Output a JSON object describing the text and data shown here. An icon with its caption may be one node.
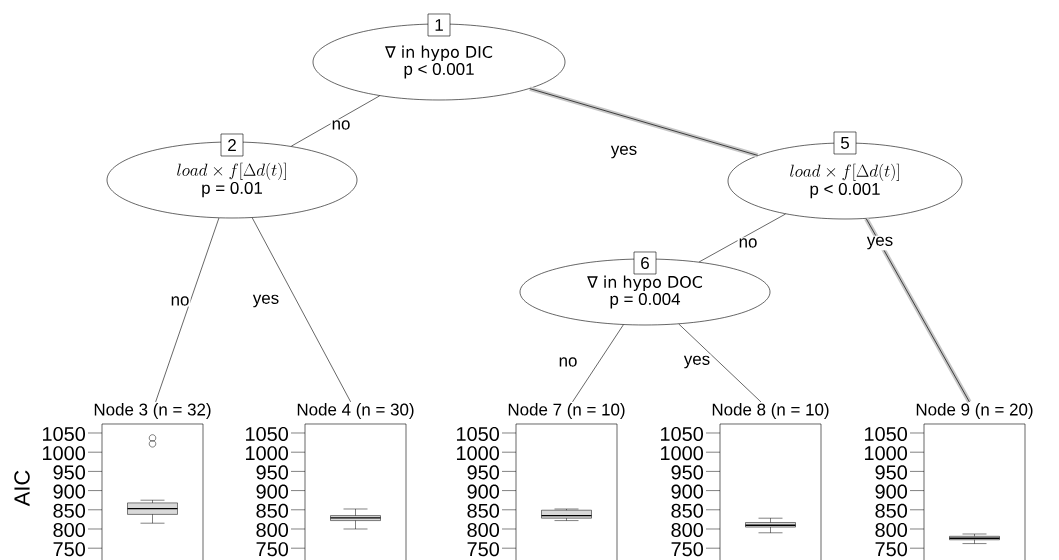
{
  "diagram": {
    "nodes": [
      {
        "text": [
          "1",
          "∇ in hypo DIC",
          "p < 0.001"
        ]
      },
      {
        "text": [
          "2",
          "load \\times f[\\Delta d(t)]",
          "p = 0.01"
        ]
      },
      {
        "text": [
          "5",
          "load \\times f[\\Delta d(t)]",
          "p < 0.001"
        ]
      },
      {
        "text": [
          "6",
          "∇ in hypo DOC",
          "p = 0.004"
        ]
      },
      {
        "text": [
          "Node 3 (n = 32)"
        ],
        "beside": [
          "1050",
          "1000",
          "950",
          "900",
          "850",
          "800",
          "750"
        ]
      },
      {
        "text": [
          "Node 4 (n = 30)"
        ],
        "beside": [
          "1050",
          "1000",
          "950",
          "900",
          "850",
          "800",
          "750"
        ]
      },
      {
        "text": [
          "Node 7 (n = 10)"
        ],
        "beside": [
          "1050",
          "1000",
          "950",
          "900",
          "850",
          "800",
          "750"
        ]
      },
      {
        "text": [
          "Node 8 (n = 10)"
        ],
        "beside": [
          "1050",
          "1000",
          "950",
          "900",
          "850",
          "800",
          "750"
        ]
      },
      {
        "text": [
          "Node 9 (n = 20)"
        ],
        "beside": [
          "1050",
          "1000",
          "950",
          "900",
          "850",
          "800",
          "750"
        ]
      }
    ],
    "edges": [
      {
        "from": 0,
        "to": 1,
        "arrow": "none",
        "label": "no"
      },
      {
        "from": 0,
        "to": 2,
        "arrow": "none",
        "label": "yes",
        "style": "thick",
        "color": "#c7c7c7"
      },
      {
        "from": 1,
        "to": 4,
        "arrow": "none",
        "label": "no"
      },
      {
        "from": 1,
        "to": 5,
        "arrow": "none",
        "label": "yes"
      },
      {
        "from": 2,
        "to": 3,
        "arrow": "none",
        "label": "no"
      },
      {
        "from": 2,
        "to": 8,
        "arrow": "none",
        "label": "yes",
        "style": "thick",
        "color": "#c7c7c7"
      },
      {
        "from": 3,
        "to": 6,
        "arrow": "none",
        "label": "no"
      },
      {
        "from": 3,
        "to": 7,
        "arrow": "none",
        "label": "yes"
      }
    ],
    "labels": [
      "AIC"
    ]
  }
}
